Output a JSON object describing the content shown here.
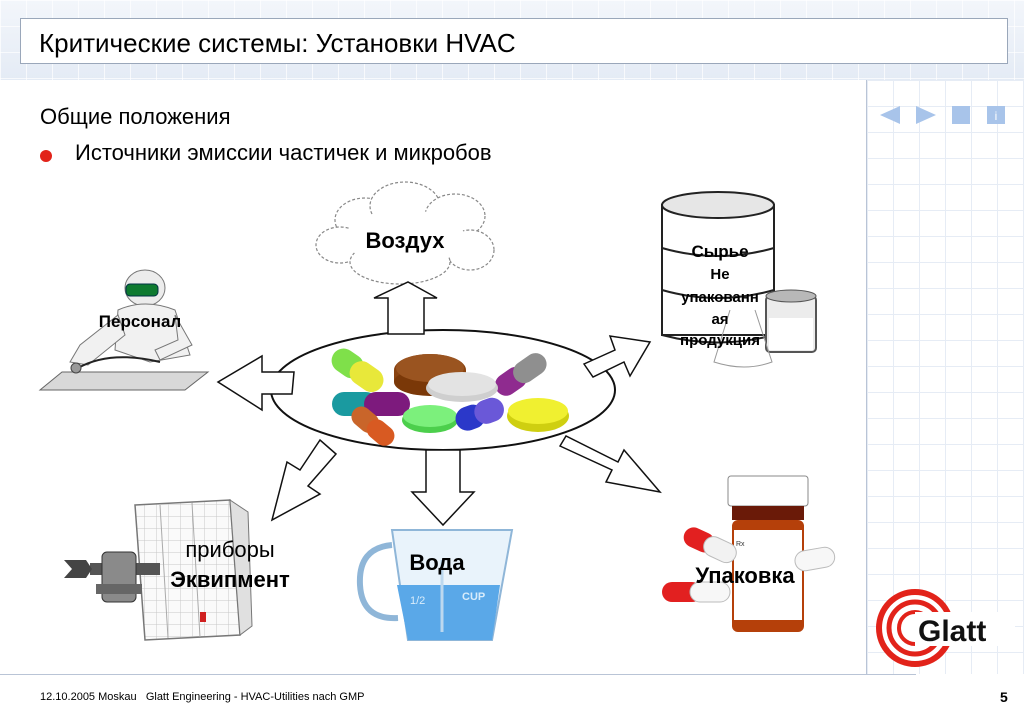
{
  "title": "Критические системы: Установки HVAC",
  "subtitle": "Общие положения",
  "bullet": "Источники эмиссии частичек и микробов",
  "labels": {
    "air": "Воздух",
    "personnel": "Персонал",
    "raw_line1": "Сырье",
    "raw_line2": "Не",
    "raw_line3": "упакованн",
    "raw_line4": "ая",
    "raw_line5": "продукция",
    "devices_line1": "приборы",
    "devices_line2": "Эквипмент",
    "water": "Вода",
    "packaging": "Упаковка"
  },
  "cup_marks": {
    "half": "1/2",
    "cup": "CUP"
  },
  "rx_mark": "Rx",
  "logo": "Glatt",
  "nav": {
    "info": "i"
  },
  "footer": {
    "date_place": "12.10.2005 Moskau",
    "text": "Glatt Engineering - HVAC-Utilities nach GMP",
    "page": "5"
  },
  "colors": {
    "bullet": "#e2231a",
    "logo_red": "#e2231a",
    "nav_blue": "#a8c4ea"
  }
}
